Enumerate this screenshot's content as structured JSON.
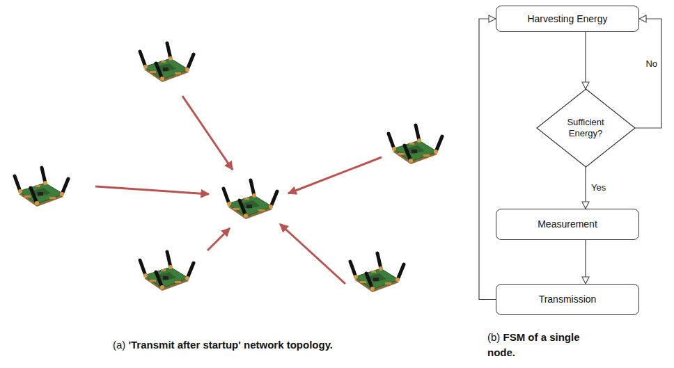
{
  "diagram": {
    "nodes": [
      {
        "text": [
          "Harvesting Energy"
        ]
      },
      {
        "text": [
          "Sufficient Energy?"
        ]
      },
      {
        "text": [
          "Measurement"
        ]
      },
      {
        "text": [
          "Transmission"
        ]
      }
    ],
    "edges": [
      {
        "from": 0,
        "to": 1,
        "arrow": "to"
      },
      {
        "from": 1,
        "to": 0,
        "label": "No",
        "arrow": "to"
      },
      {
        "from": 1,
        "to": 2,
        "label": "Yes",
        "arrow": "to"
      },
      {
        "from": 2,
        "to": 3,
        "arrow": "to"
      },
      {
        "from": 3,
        "to": 0,
        "arrow": "to"
      }
    ],
    "labels": [
      "(a)",
      "'Transmit after startup' network topology.",
      "(b)",
      "FSM of a single node."
    ]
  }
}
